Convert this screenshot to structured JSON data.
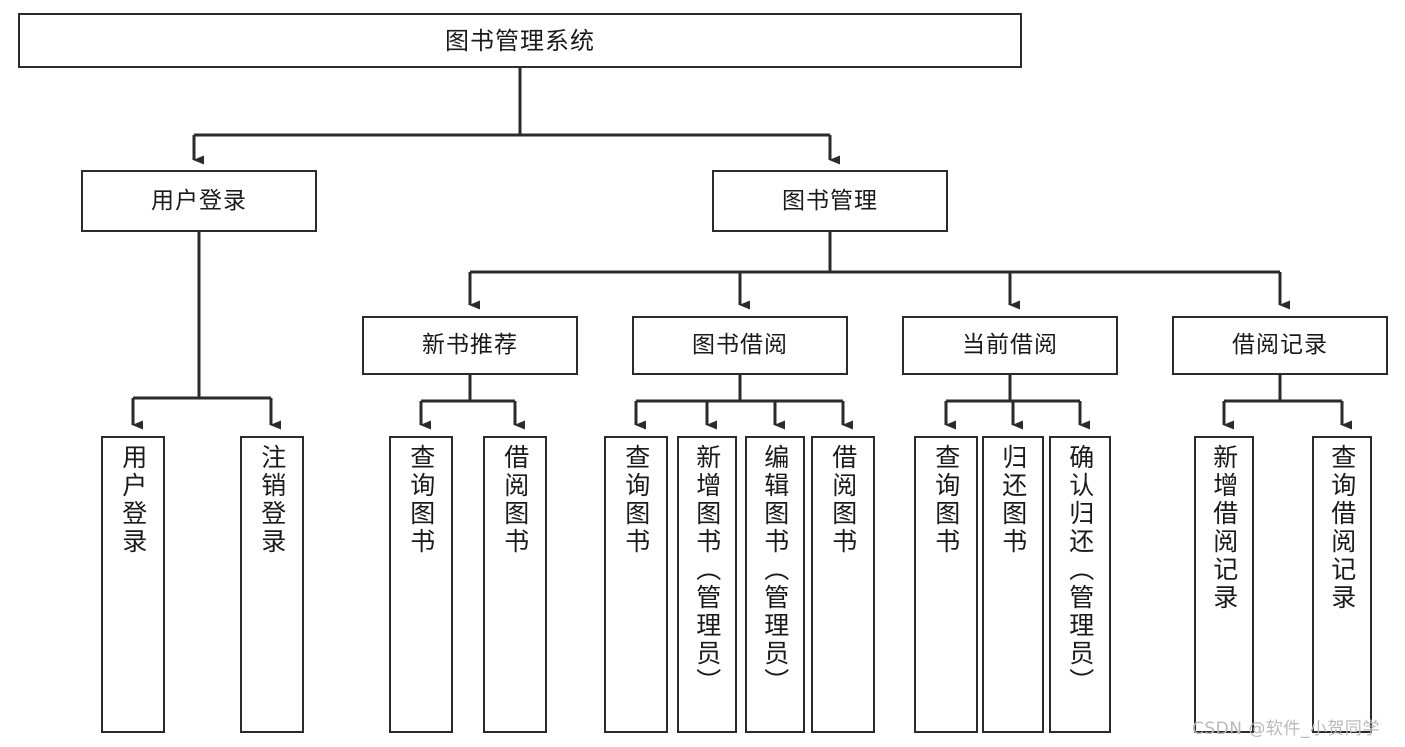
{
  "diagram": {
    "title": "图书管理系统",
    "root": {
      "label": "图书管理系统"
    },
    "level2": [
      {
        "label": "用户登录"
      },
      {
        "label": "图书管理"
      }
    ],
    "level3": [
      {
        "label": "新书推荐"
      },
      {
        "label": "图书借阅"
      },
      {
        "label": "当前借阅"
      },
      {
        "label": "借阅记录"
      }
    ],
    "leaves": [
      {
        "label": "用户登录"
      },
      {
        "label": "注销登录"
      },
      {
        "label": "查询图书"
      },
      {
        "label": "借阅图书"
      },
      {
        "label": "查询图书"
      },
      {
        "label": "新增图书（管理员）"
      },
      {
        "label": "编辑图书（管理员）"
      },
      {
        "label": "借阅图书"
      },
      {
        "label": "查询图书"
      },
      {
        "label": "归还图书"
      },
      {
        "label": "确认归还（管理员）"
      },
      {
        "label": "新增借阅记录"
      },
      {
        "label": "查询借阅记录"
      }
    ],
    "watermark": "CSDN @软件_小贺同学",
    "colors": {
      "stroke": "#2b2b2b",
      "fill": "#ffffff",
      "text": "#1a1a1a",
      "watermark": "#b9b9b9"
    }
  }
}
